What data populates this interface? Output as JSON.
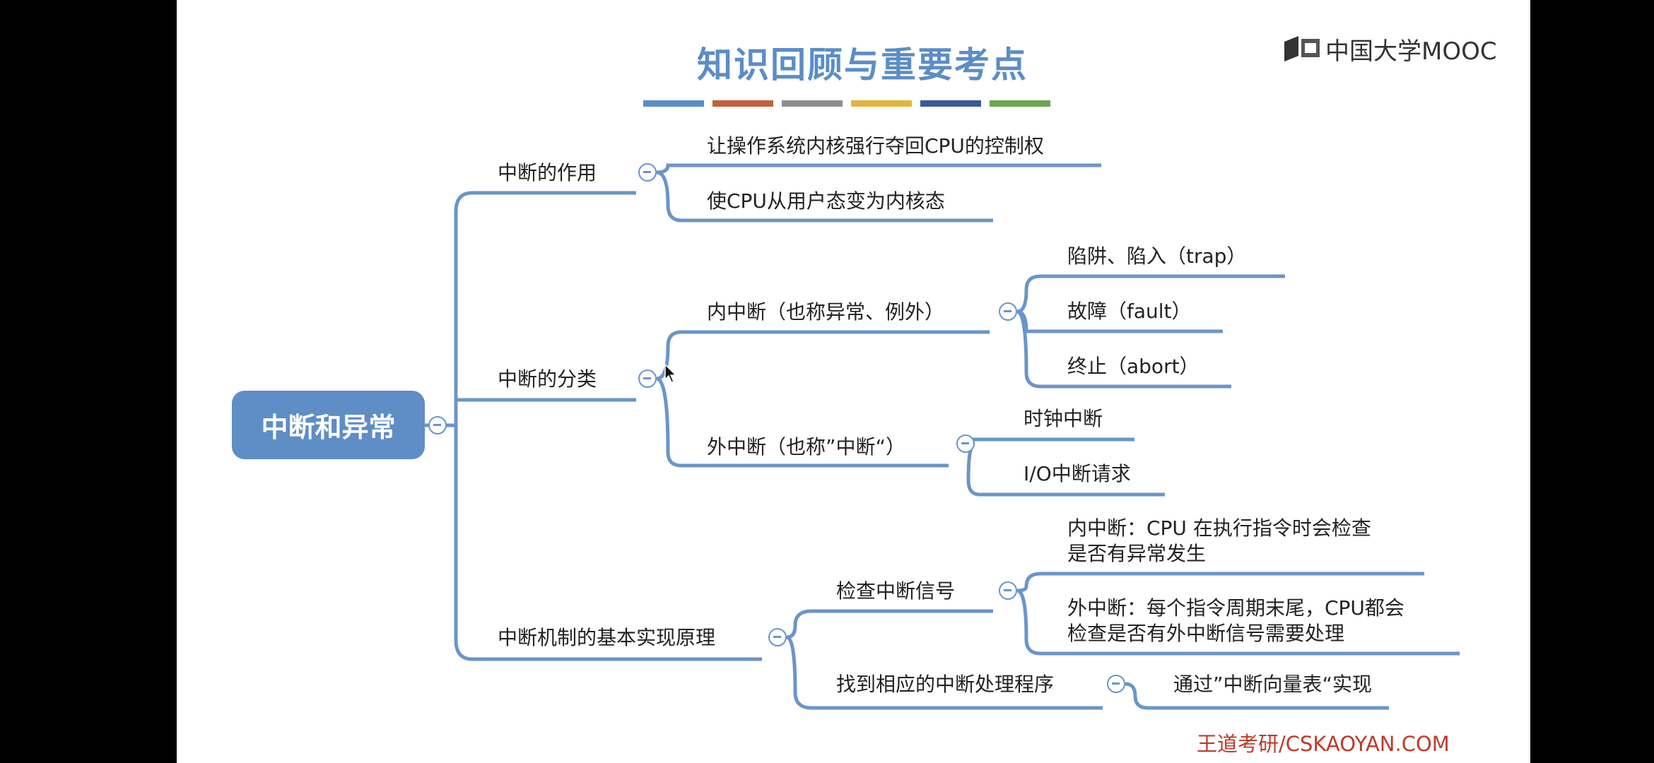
{
  "slide": {
    "title": "知识回顾与重要考点",
    "title_color": "#5b8dc7",
    "accent_bars": [
      "#5b8dc7",
      "#c2613a",
      "#8e8e8e",
      "#e3b33d",
      "#3c5a9a",
      "#6aa84f"
    ],
    "logo": {
      "icon": "mooc-logo-icon",
      "text": "中国大学MOOC"
    },
    "footer": "王道考研/CSKAOYAN.COM"
  },
  "mindmap": {
    "root": "中断和异常",
    "branches": [
      {
        "label": "中断的作用",
        "children": [
          "让操作系统内核强行夺回CPU的控制权",
          "使CPU从用户态变为内核态"
        ]
      },
      {
        "label": "中断的分类",
        "children": [
          {
            "label": "内中断（也称异常、例外）",
            "children": [
              "陷阱、陷入（trap）",
              "故障（fault）",
              "终止（abort）"
            ]
          },
          {
            "label": "外中断（也称”中断“）",
            "children": [
              "时钟中断",
              "I/O中断请求"
            ]
          }
        ]
      },
      {
        "label": "中断机制的基本实现原理",
        "children": [
          {
            "label": "检查中断信号",
            "children": [
              {
                "line1": "内中断：CPU 在执行指令时会检查",
                "line2": "是否有异常发生"
              },
              {
                "line1": "外中断：每个指令周期末尾，CPU都会",
                "line2": "检查是否有外中断信号需要处理"
              }
            ]
          },
          {
            "label": "找到相应的中断处理程序",
            "children": [
              "通过”中断向量表“实现"
            ]
          }
        ]
      }
    ]
  }
}
